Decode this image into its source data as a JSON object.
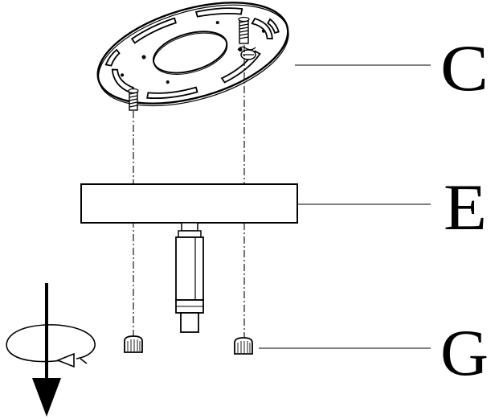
{
  "labels": {
    "c": "C",
    "e": "E",
    "g": "G"
  },
  "colors": {
    "ink": "#000000",
    "paper": "#ffffff",
    "hatch": "#444444"
  },
  "icons": {
    "down": "down-arrow-icon",
    "rotate": "counterclockwise-rotate-icon"
  }
}
